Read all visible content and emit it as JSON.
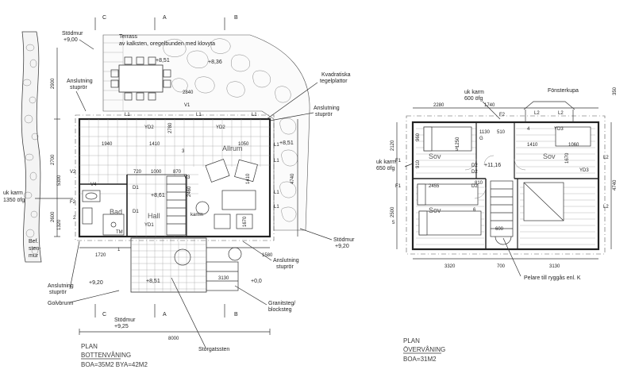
{
  "bottom_plan": {
    "title": "PLAN",
    "subtitle": "BOTTENVÅNING",
    "area": "BOA=35M2  BYA=42M2",
    "axis_top": [
      "C",
      "A",
      "B"
    ],
    "axis_bottom": [
      "C",
      "A",
      "B"
    ],
    "labels": {
      "stodmur_top": "Stödmur",
      "stodmur_top_lvl": "+9,00",
      "terrass": "Terrass",
      "terrass_desc": "av kalksten, oregelbunden med klovyta",
      "lvl_851": "+8,51",
      "lvl_836": "+8,36",
      "kvadratiska": "Kvadratiska",
      "tegelplattor": "tegelplattor",
      "anslutning_1": "Anslutning",
      "stuprör_1": "stuprör",
      "anslutning_2": "Anslutning",
      "stuprör_2": "stuprör",
      "lvl_851_right": "+8,51",
      "uk_karm": "uk karm",
      "uk_karm_val": "1350 öfg",
      "allrum": "Allrum",
      "bad": "Bad",
      "hall": "Hall",
      "kamin": "kamin",
      "lvl_861": "+8,61",
      "bef": "Bef.",
      "sten": "sten-",
      "mur": "mur",
      "stodmur_right": "Stödmur",
      "stodmur_right_lvl": "+9,20",
      "anslutning_3": "Anslutning",
      "stuprör_3": "stuprör",
      "anslutning_4": "Anslutning",
      "stuprör_4": "stuprör",
      "lvl_920": "+9,20",
      "golvbrunn": "Golvbrunn",
      "lvl_851_bottom": "+8,51",
      "stodmur_bottom": "Stödmur",
      "stodmur_bottom_lvl": "+9,25",
      "lvl_00": "+0,0",
      "granitsteg": "Granitsteg/",
      "blocksteg": "blocksteg",
      "storgatssten": "Storgatssten"
    },
    "dims": {
      "d2900": "2900",
      "d2700": "2700",
      "d5300": "5300",
      "d2600": "2600",
      "d1320": "1320",
      "d2840": "2840",
      "d1940": "1940",
      "d1410": "1410",
      "d1050": "1050",
      "d720": "720",
      "d1000": "1000",
      "d870": "870",
      "d2460": "2460",
      "d2780": "2780",
      "d1410v": "1410",
      "d1670": "1670",
      "d4740": "4740",
      "d1720": "1720",
      "d1580": "1580",
      "d3130": "3130",
      "d8000": "8000"
    },
    "tags": [
      "L1",
      "YD2",
      "V1",
      "L1",
      "YD2",
      "L1",
      "V2",
      "V4",
      "F2",
      "D1",
      "D1",
      "V3",
      "YD1",
      "L1",
      "L1",
      "L1",
      "L1",
      "2",
      "3",
      "TM",
      "1",
      "1"
    ]
  },
  "upper_plan": {
    "title": "PLAN",
    "subtitle": "ÖVERVÅNING",
    "area": "BOA=31M2",
    "labels": {
      "uk_karm_1": "uk karm",
      "uk_karm_1_val": "600 öfg",
      "uk_karm_2": "uk karm",
      "uk_karm_2_val": "650 öfg",
      "fonsterkupa": "Fönsterkupa",
      "sov_1": "Sov",
      "sov_2": "Sov",
      "sov_3": "Sov",
      "lvl_1116": "+11,16",
      "pelare": "Pelare till ryggås enl. K"
    },
    "dims": {
      "d2280": "2280",
      "d1740": "1740",
      "d350": "350",
      "d2120": "2120",
      "d2500": "2500",
      "d4740": "4740",
      "d1130": "1130",
      "d510": "510",
      "d1410": "1410",
      "d1060": "1060",
      "d2455": "2455",
      "d810": "810",
      "d3320": "3320",
      "d700": "700",
      "d3130": "3130",
      "d960": "960",
      "d910": "910",
      "d1250": "1250",
      "d1670": "1670",
      "d600": "600"
    },
    "tags": [
      "F2",
      "L2",
      "L2",
      "YD3",
      "F1",
      "F1",
      "D2",
      "D2",
      "D2",
      "YD3",
      "L2",
      "L2",
      "4",
      "5",
      "6",
      "G",
      "5"
    ]
  }
}
